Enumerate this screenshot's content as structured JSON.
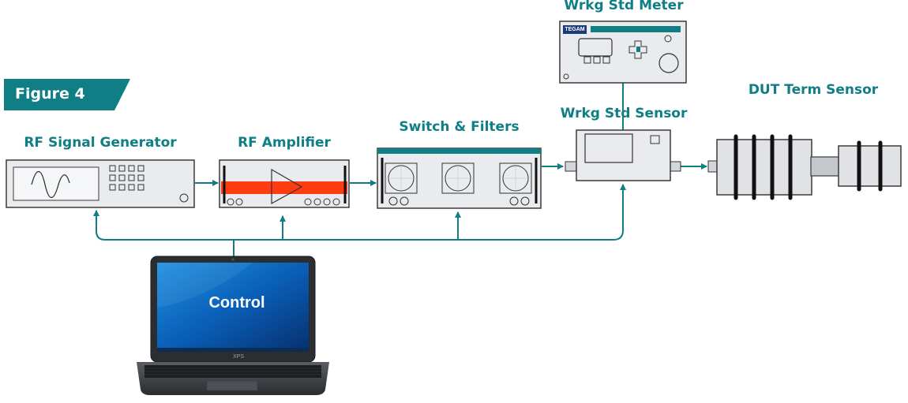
{
  "figure_label": "Figure 4",
  "colors": {
    "teal": "#0f7e85",
    "amplifier_band": "#ff3b12",
    "device_fill": "#e9ebee",
    "device_stroke": "#3a3a3a"
  },
  "nodes": {
    "signal_generator": "RF Signal Generator",
    "amplifier": "RF Amplifier",
    "switch_filters": "Switch & Filters",
    "std_sensor": "Wrkg Std Sensor",
    "std_meter": "Wrkg Std Meter",
    "dut_sensor": "DUT Term Sensor",
    "control": "Control"
  },
  "meter_brand": "TEGAM",
  "laptop_brand": "XPS"
}
